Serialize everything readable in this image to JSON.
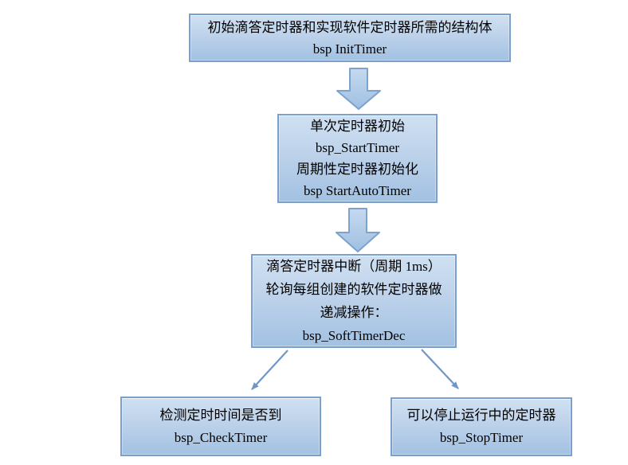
{
  "diagram": {
    "type": "flowchart",
    "background": "#ffffff",
    "colors": {
      "box_fill_top": "#d0e0f2",
      "box_fill_bottom": "#a2c1e2",
      "box_border": "#7ba0cb",
      "block_arrow_fill_top": "#c6d9ef",
      "block_arrow_fill_bottom": "#9fc0e2",
      "block_arrow_border": "#7ca2ce",
      "connector_line": "#6f96c6",
      "text": "#000000"
    },
    "nodes": [
      {
        "id": "init-timer",
        "lines": [
          "初始滴答定时器和实现软件定时器所需的结构体",
          "bsp InitTimer"
        ]
      },
      {
        "id": "start-timer",
        "lines": [
          "单次定时器初始",
          "bsp_StartTimer",
          "周期性定时器初始化",
          "bsp StartAutoTimer"
        ]
      },
      {
        "id": "systick-decrement",
        "lines": [
          "滴答定时器中断（周期 1ms）",
          "轮询每组创建的软件定时器做",
          "递减操作：",
          "bsp_SoftTimerDec"
        ]
      },
      {
        "id": "check-timer",
        "lines": [
          "检测定时时间是否到",
          "bsp_CheckTimer"
        ]
      },
      {
        "id": "stop-timer",
        "lines": [
          "可以停止运行中的定时器",
          "bsp_StopTimer"
        ]
      }
    ],
    "edges": [
      {
        "from": "init-timer",
        "to": "start-timer",
        "style": "block-arrow-down"
      },
      {
        "from": "start-timer",
        "to": "systick-decrement",
        "style": "block-arrow-down"
      },
      {
        "from": "systick-decrement",
        "to": "check-timer",
        "style": "line-arrow"
      },
      {
        "from": "systick-decrement",
        "to": "stop-timer",
        "style": "line-arrow"
      }
    ]
  }
}
